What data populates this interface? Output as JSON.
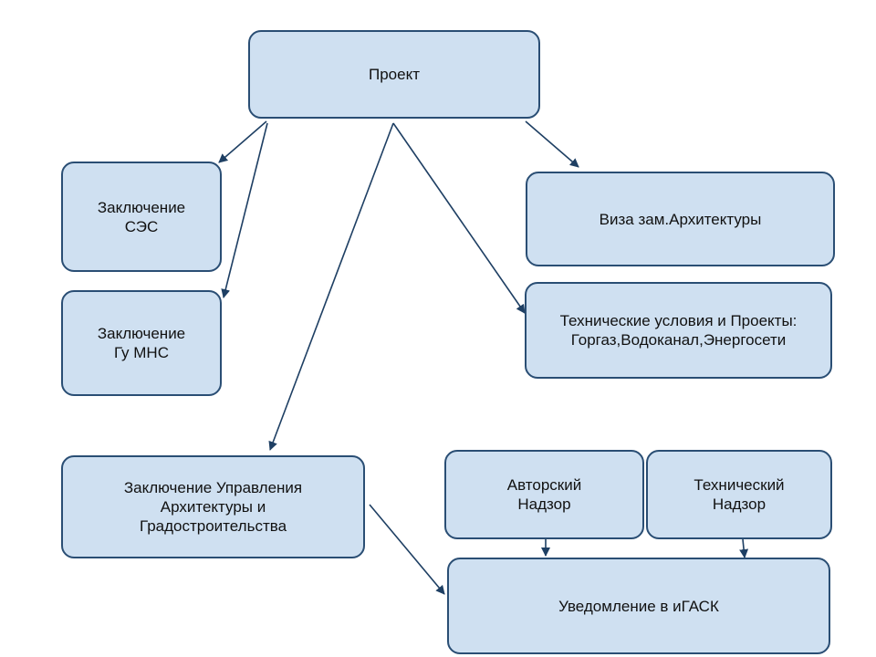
{
  "colors": {
    "node_fill": "#cfe0f1",
    "node_border": "#2a4e74",
    "arrow": "#1e3f63",
    "text": "#111111",
    "background": "#ffffff"
  },
  "nodes": {
    "project": "Проект",
    "ses": "Заключение\nСЭС",
    "mns": "Заключение\nГу МНС",
    "visa": "Виза зам.Архитектуры",
    "tech_conditions": "Технические условия и Проекты:\nГоргаз,Водоканал,Энергосети",
    "arch_conclusion": "Заключение Управления\nАрхитектуры и\nГрадостроительства",
    "author_supervision": "Авторский\nНадзор",
    "tech_supervision": "Технический\nНадзор",
    "notification": "Уведомление в иГАСК"
  },
  "edges": [
    {
      "from": "project",
      "to": "ses"
    },
    {
      "from": "project",
      "to": "mns"
    },
    {
      "from": "project",
      "to": "visa"
    },
    {
      "from": "project",
      "to": "tech_conditions"
    },
    {
      "from": "project",
      "to": "arch_conclusion"
    },
    {
      "from": "arch_conclusion",
      "to": "notification"
    },
    {
      "from": "author_supervision",
      "to": "notification"
    },
    {
      "from": "tech_supervision",
      "to": "notification"
    }
  ]
}
